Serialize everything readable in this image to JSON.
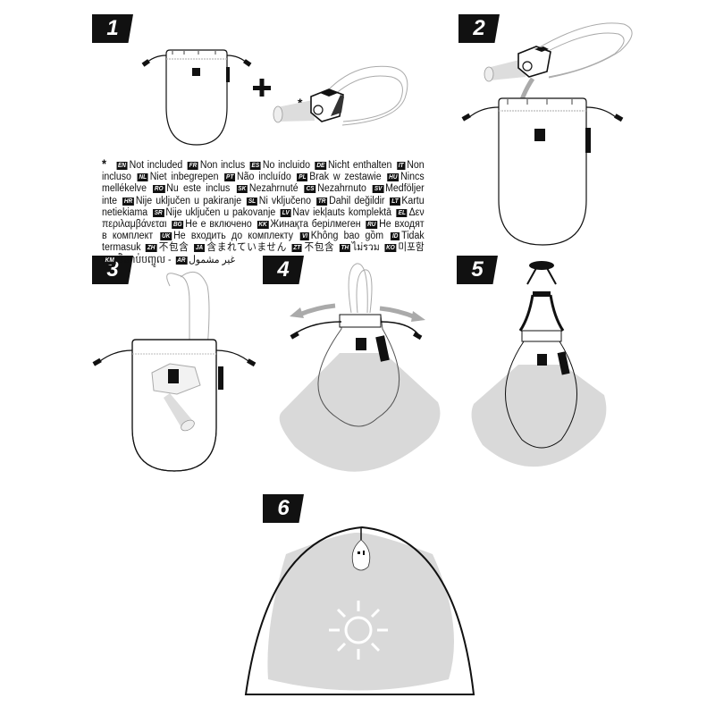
{
  "steps": [
    {
      "number": "1",
      "description": "Pouch and headlamp (headlamp not included)"
    },
    {
      "number": "2",
      "description": "Insert headlamp into pouch"
    },
    {
      "number": "3",
      "description": "Headlamp inside pouch, beam pointing down"
    },
    {
      "number": "4",
      "description": "Pull drawstrings to close pouch"
    },
    {
      "number": "5",
      "description": "Hang pouch as diffused lantern"
    },
    {
      "number": "6",
      "description": "Lantern hanging in tent lighting interior"
    }
  ],
  "plus_sign": "+",
  "asterisk": "*",
  "not_included_note": {
    "marker": "*",
    "entries": [
      {
        "code": "EN",
        "text": "Not included"
      },
      {
        "code": "FR",
        "text": "Non inclus"
      },
      {
        "code": "ES",
        "text": "No incluido"
      },
      {
        "code": "DE",
        "text": "Nicht enthalten"
      },
      {
        "code": "IT",
        "text": "Non incluso"
      },
      {
        "code": "NL",
        "text": "Niet inbegrepen"
      },
      {
        "code": "PT",
        "text": "Não incluído"
      },
      {
        "code": "PL",
        "text": "Brak w zestawie"
      },
      {
        "code": "HU",
        "text": "Nincs mellékelve"
      },
      {
        "code": "RO",
        "text": "Nu este inclus"
      },
      {
        "code": "SK",
        "text": "Nezahrnuté"
      },
      {
        "code": "CS",
        "text": "Nezahrnuto"
      },
      {
        "code": "SV",
        "text": "Medföljer inte"
      },
      {
        "code": "HR",
        "text": "Nije uključen u pakiranje"
      },
      {
        "code": "SL",
        "text": "Ni vključeno"
      },
      {
        "code": "TR",
        "text": "Dahil değildir"
      },
      {
        "code": "LT",
        "text": "Kartu netiekiama"
      },
      {
        "code": "SR",
        "text": "Nije uključen u pakovanje"
      },
      {
        "code": "LV",
        "text": "Nav iekļauts komplektā"
      },
      {
        "code": "EL",
        "text": "Δεν περιλαμβάνεται"
      },
      {
        "code": "BG",
        "text": "Не е включено"
      },
      {
        "code": "KK",
        "text": "Жинақта берілмеген"
      },
      {
        "code": "RU",
        "text": "Не входят в комплект"
      },
      {
        "code": "UK",
        "text": "Не входить до комплекту"
      },
      {
        "code": "VI",
        "text": "Không bao gồm"
      },
      {
        "code": "ID",
        "text": "Tidak termasuk"
      },
      {
        "code": "ZH",
        "text": "不包含"
      },
      {
        "code": "JA",
        "text": "含まれていません"
      },
      {
        "code": "ZT",
        "text": "不包含"
      },
      {
        "code": "TH",
        "text": "ไม่รวม"
      },
      {
        "code": "KO",
        "text": "미포함"
      },
      {
        "code": "KM",
        "text": "មិនរាប់បញ្ចូល -"
      },
      {
        "code": "AR",
        "text": "غير مشمول"
      }
    ]
  },
  "colors": {
    "badge": "#111111",
    "line": "#111111",
    "light_fill": "#d9d9d9",
    "arrow": "#a8a8a8",
    "background": "#ffffff"
  },
  "icons": [
    "pouch-icon",
    "headlamp-icon",
    "drawstring-toggle-icon",
    "arrow-down-icon",
    "arrow-left-icon",
    "arrow-right-icon",
    "ceiling-hook-icon",
    "tent-icon",
    "sun-icon"
  ]
}
